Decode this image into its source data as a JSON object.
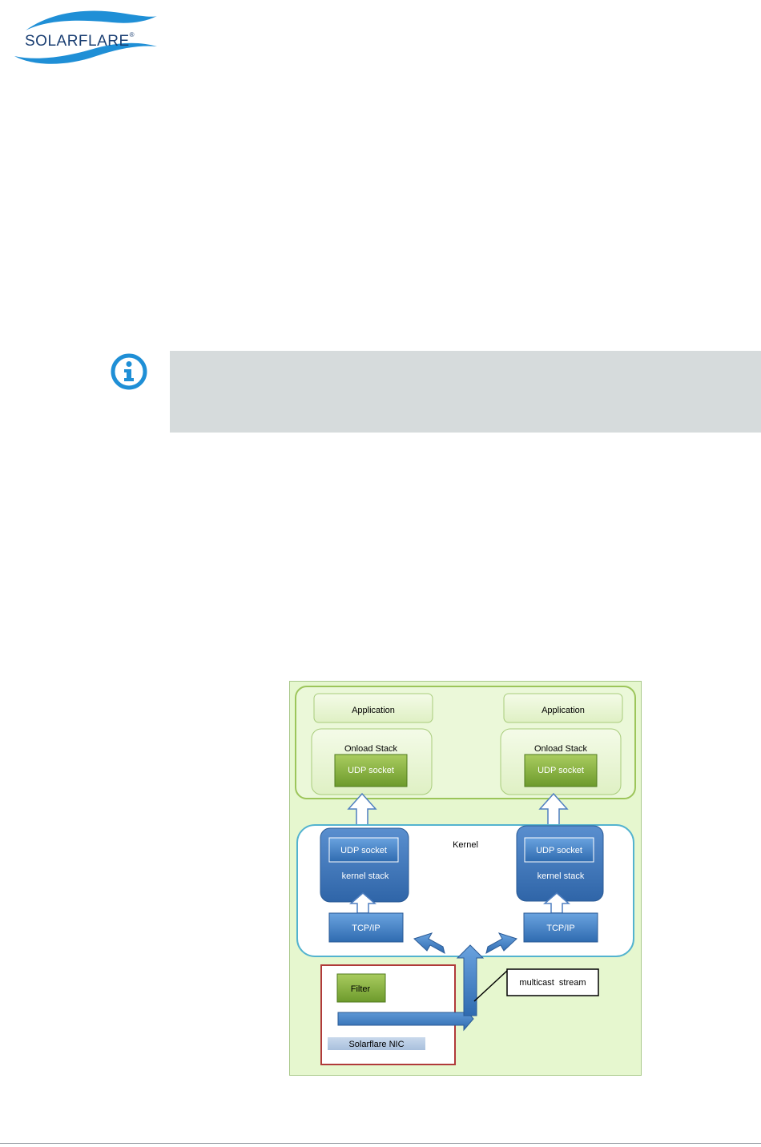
{
  "logo": {
    "wordmark": "SOLARFLARE",
    "registered": "®"
  },
  "note": {
    "icon": "info-icon"
  },
  "diagram": {
    "application_left": "Application",
    "application_right": "Application",
    "onload_stack_left": "Onload Stack",
    "onload_stack_right": "Onload Stack",
    "onload_udp_left": "UDP socket",
    "onload_udp_right": "UDP socket",
    "kernel_label": "Kernel",
    "kernel_udp_left": "UDP socket",
    "kernel_udp_right": "UDP socket",
    "kernel_stack_left": "kernel stack",
    "kernel_stack_right": "kernel stack",
    "tcpip_left": "TCP/IP",
    "tcpip_right": "TCP/IP",
    "filter": "Filter",
    "nic_label": "Solarflare NIC",
    "multicast_label": "multicast  stream"
  },
  "colors": {
    "brand_blue": "#1b3f73",
    "swoosh_blue": "#1f8fd6",
    "note_bg": "#d6dbdc",
    "diagram_bg": "#e6f7cf",
    "green_box": "#7aa335",
    "blue_box": "#3f78ba",
    "nic_border": "#b03a3a"
  }
}
